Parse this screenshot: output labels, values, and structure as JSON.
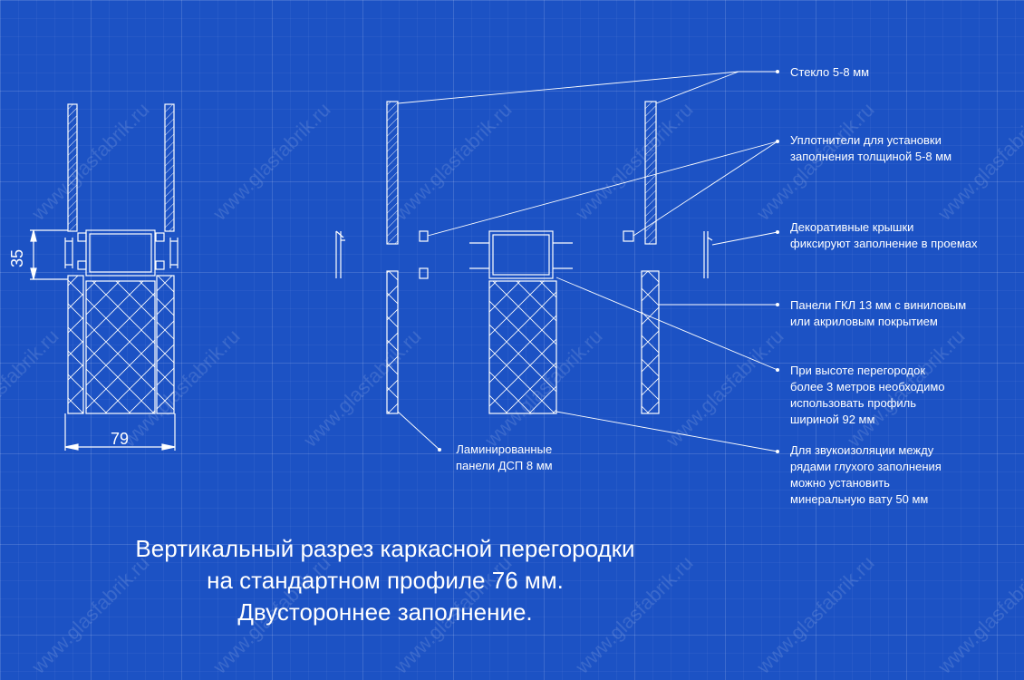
{
  "watermark": "www.glasfabrik.ru",
  "dimensions": {
    "width": "79",
    "height": "35"
  },
  "labels": {
    "glass": [
      "Стекло 5-8 мм"
    ],
    "seals": [
      "Уплотнители для установки",
      "заполнения толщиной 5-8 мм"
    ],
    "covers": [
      "Декоративные крышки",
      "фиксируют заполнение в проемах"
    ],
    "gkl": [
      "Панели ГКЛ 13 мм с виниловым",
      "или акриловым покрытием"
    ],
    "height": [
      "При высоте перегородок",
      "более 3 метров необходимо",
      "использовать профиль",
      "шириной 92 мм"
    ],
    "insulation": [
      "Для звукоизоляции между",
      "рядами глухого заполнения",
      "можно установить",
      "минеральную вату 50 мм"
    ],
    "laminated": [
      "Ламинированные",
      "панели ДСП 8 мм"
    ]
  },
  "caption": [
    "Вертикальный разрез каркасной перегородки",
    "на стандартном профиле 76 мм.",
    "Двустороннее заполнение."
  ],
  "colors": {
    "background": "#1c52c4",
    "line": "#ffffff"
  }
}
